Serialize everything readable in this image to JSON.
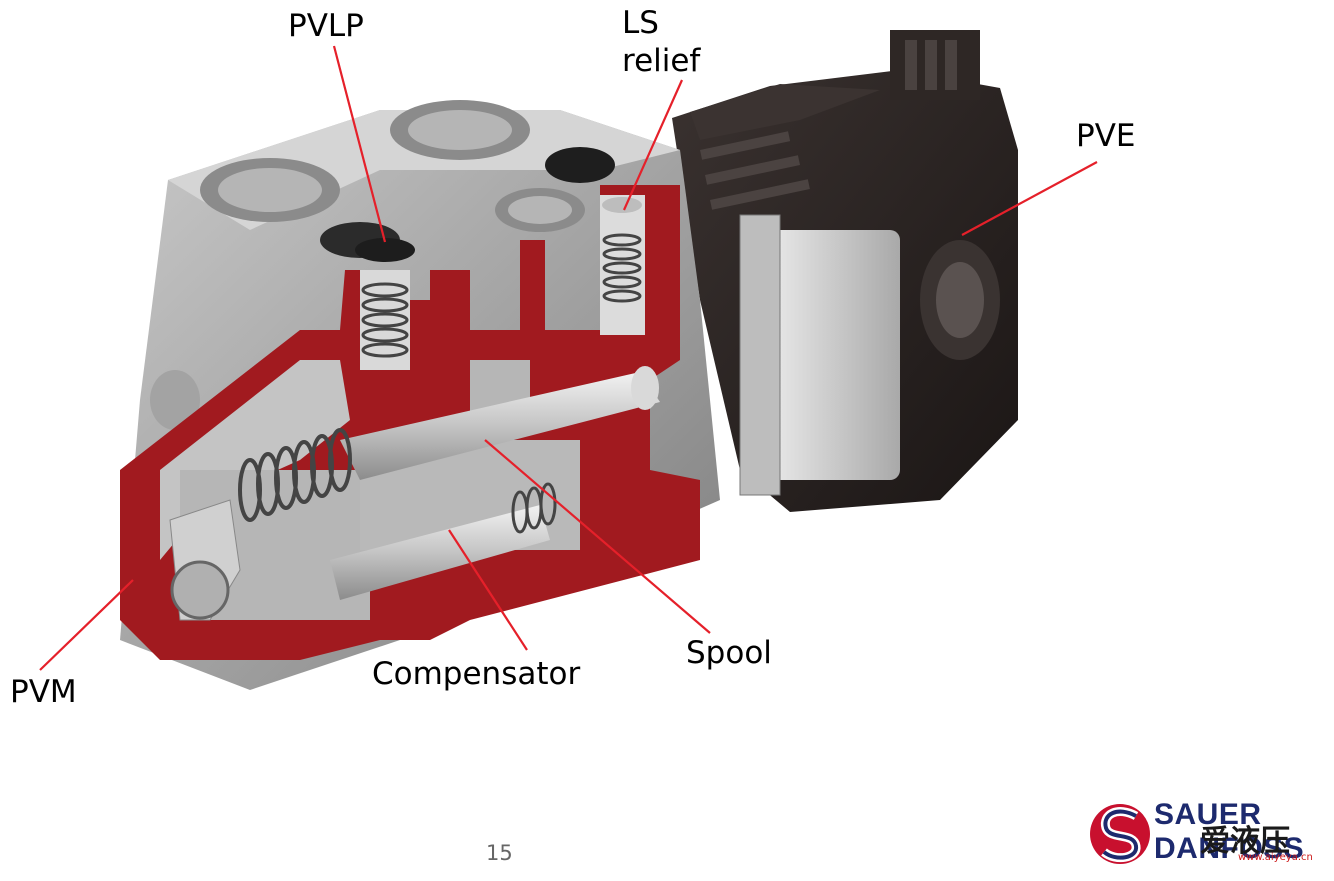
{
  "labels": {
    "pvlp": "PVLP",
    "ls_line1": "LS",
    "ls_line2": "relief",
    "pve": "PVE",
    "pvm": "PVM",
    "compensator": "Compensator",
    "spool": "Spool"
  },
  "page_number": "15",
  "logo": {
    "line1": "SAUER",
    "line2": "DANFOSS",
    "overlay_cjk": "爱液压",
    "overlay_url": "www.aiyeya.cn"
  },
  "colors": {
    "cutaway_red": "#a11a1f",
    "casting_gray": "#9a9a9a",
    "pve_black": "#2a2321",
    "leader_red": "#e5202a"
  }
}
